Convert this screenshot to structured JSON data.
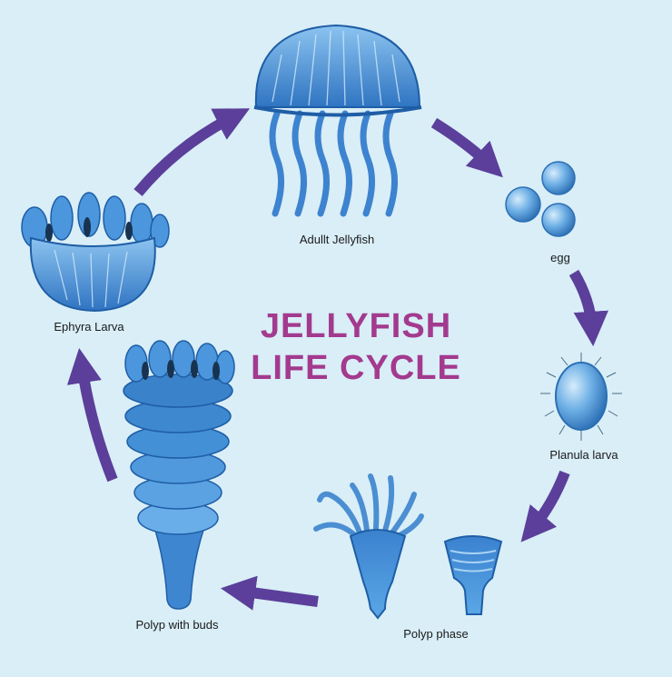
{
  "title": {
    "line1": "JELLYFISH",
    "line2": "LIFE CYCLE"
  },
  "stages": {
    "adult": "Adullt Jellyfish",
    "egg": "egg",
    "planula": "Planula larva",
    "polyp_phase": "Polyp phase",
    "polyp_buds": "Polyp with buds",
    "ephyra": "Ephyra Larva"
  },
  "colors": {
    "background": "#d9eef7",
    "title": "#a33a8e",
    "arrow": "#5b3f9a",
    "body_dark": "#2a6fb5",
    "body_mid": "#4b93d6",
    "body_light": "#9ccbf0"
  }
}
